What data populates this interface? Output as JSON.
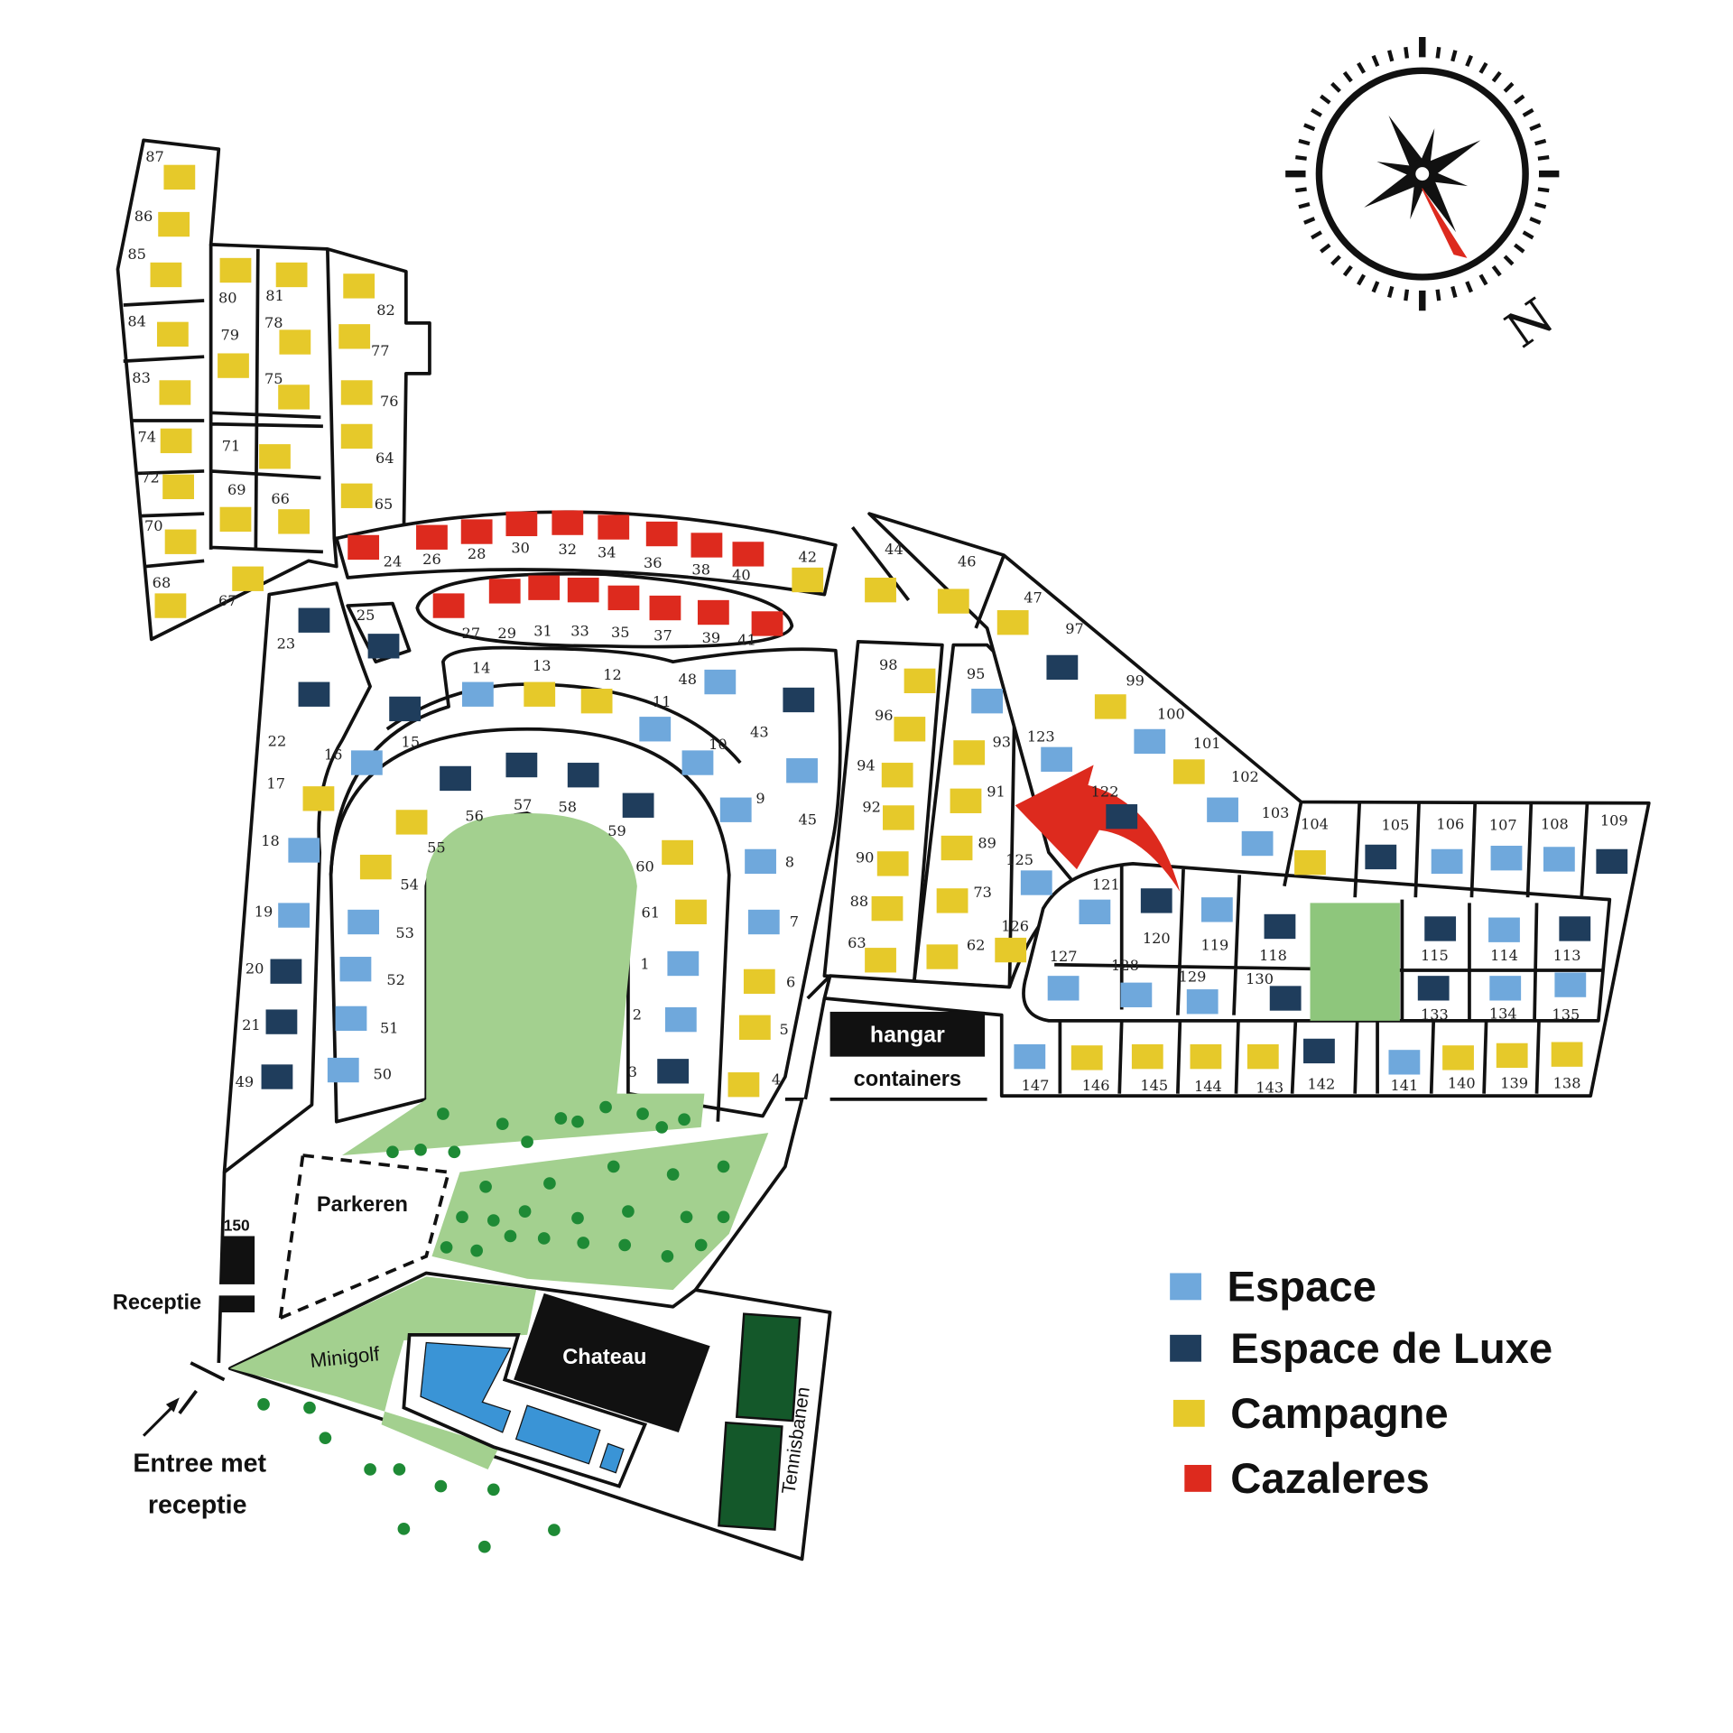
{
  "map": {
    "labels": {
      "hangar": "hangar",
      "containers": "containers",
      "parking": "Parkeren",
      "plot_150": "150",
      "reception": "Receptie",
      "minigolf": "Minigolf",
      "chateau": "Chateau",
      "tennis": "Tennisbanen",
      "entrance_line1": "Entree met",
      "entrance_line2": "receptie"
    },
    "compass": {
      "north_label": "N"
    }
  },
  "legend": [
    {
      "key": "E",
      "label": "Espace",
      "color": "#6fa8dc"
    },
    {
      "key": "L",
      "label": "Espace de Luxe",
      "color": "#1f3d5c"
    },
    {
      "key": "C",
      "label": "Campagne",
      "color": "#e6c92a"
    },
    {
      "key": "Z",
      "label": "Cazaleres",
      "color": "#dd2a1e"
    }
  ],
  "plots": [
    {
      "n": "87",
      "t": "C"
    },
    {
      "n": "86",
      "t": "C"
    },
    {
      "n": "85",
      "t": "C"
    },
    {
      "n": "84",
      "t": "C"
    },
    {
      "n": "83",
      "t": "C"
    },
    {
      "n": "74",
      "t": "C"
    },
    {
      "n": "72",
      "t": "C"
    },
    {
      "n": "70",
      "t": "C"
    },
    {
      "n": "68",
      "t": "C"
    },
    {
      "n": "80",
      "t": "C"
    },
    {
      "n": "81",
      "t": "C"
    },
    {
      "n": "82",
      "t": "C"
    },
    {
      "n": "79",
      "t": "C"
    },
    {
      "n": "78",
      "t": "C"
    },
    {
      "n": "77",
      "t": "C"
    },
    {
      "n": "75",
      "t": "C"
    },
    {
      "n": "76",
      "t": "C"
    },
    {
      "n": "71",
      "t": "C"
    },
    {
      "n": "64",
      "t": "C"
    },
    {
      "n": "69",
      "t": "C"
    },
    {
      "n": "66",
      "t": "C"
    },
    {
      "n": "65",
      "t": "C"
    },
    {
      "n": "67",
      "t": "C"
    },
    {
      "n": "24",
      "t": "Z"
    },
    {
      "n": "26",
      "t": "Z"
    },
    {
      "n": "28",
      "t": "Z"
    },
    {
      "n": "30",
      "t": "Z"
    },
    {
      "n": "32",
      "t": "Z"
    },
    {
      "n": "34",
      "t": "Z"
    },
    {
      "n": "36",
      "t": "Z"
    },
    {
      "n": "38",
      "t": "Z"
    },
    {
      "n": "40",
      "t": "Z"
    },
    {
      "n": "27",
      "t": "Z"
    },
    {
      "n": "29",
      "t": "Z"
    },
    {
      "n": "31",
      "t": "Z"
    },
    {
      "n": "33",
      "t": "Z"
    },
    {
      "n": "35",
      "t": "Z"
    },
    {
      "n": "37",
      "t": "Z"
    },
    {
      "n": "39",
      "t": "Z"
    },
    {
      "n": "41",
      "t": "Z"
    },
    {
      "n": "42",
      "t": "C"
    },
    {
      "n": "44",
      "t": "C"
    },
    {
      "n": "46",
      "t": "C"
    },
    {
      "n": "47",
      "t": "C"
    },
    {
      "n": "97",
      "t": "L"
    },
    {
      "n": "99",
      "t": "C"
    },
    {
      "n": "100",
      "t": "E"
    },
    {
      "n": "101",
      "t": "C"
    },
    {
      "n": "102",
      "t": "E"
    },
    {
      "n": "103",
      "t": "E"
    },
    {
      "n": "104",
      "t": "C"
    },
    {
      "n": "105",
      "t": "L"
    },
    {
      "n": "106",
      "t": "E"
    },
    {
      "n": "107",
      "t": "E"
    },
    {
      "n": "108",
      "t": "E"
    },
    {
      "n": "109",
      "t": "L"
    },
    {
      "n": "23",
      "t": "L"
    },
    {
      "n": "25",
      "t": "L"
    },
    {
      "n": "22",
      "t": "L"
    },
    {
      "n": "15",
      "t": "L"
    },
    {
      "n": "16",
      "t": "E"
    },
    {
      "n": "17",
      "t": "C"
    },
    {
      "n": "18",
      "t": "E"
    },
    {
      "n": "19",
      "t": "E"
    },
    {
      "n": "20",
      "t": "L"
    },
    {
      "n": "21",
      "t": "L"
    },
    {
      "n": "49",
      "t": "L"
    },
    {
      "n": "14",
      "t": "E"
    },
    {
      "n": "13",
      "t": "C"
    },
    {
      "n": "12",
      "t": "C"
    },
    {
      "n": "48",
      "t": "E"
    },
    {
      "n": "11",
      "t": "E"
    },
    {
      "n": "43",
      "t": "L"
    },
    {
      "n": "10",
      "t": "E"
    },
    {
      "n": "45",
      "t": "E"
    },
    {
      "n": "9",
      "t": "E"
    },
    {
      "n": "8",
      "t": "E"
    },
    {
      "n": "7",
      "t": "E"
    },
    {
      "n": "6",
      "t": "C"
    },
    {
      "n": "5",
      "t": "C"
    },
    {
      "n": "4",
      "t": "C"
    },
    {
      "n": "56",
      "t": "L"
    },
    {
      "n": "57",
      "t": "L"
    },
    {
      "n": "58",
      "t": "L"
    },
    {
      "n": "59",
      "t": "L"
    },
    {
      "n": "60",
      "t": "C"
    },
    {
      "n": "55",
      "t": "C"
    },
    {
      "n": "54",
      "t": "C"
    },
    {
      "n": "53",
      "t": "E"
    },
    {
      "n": "52",
      "t": "E"
    },
    {
      "n": "51",
      "t": "E"
    },
    {
      "n": "50",
      "t": "E"
    },
    {
      "n": "61",
      "t": "C"
    },
    {
      "n": "1",
      "t": "E"
    },
    {
      "n": "2",
      "t": "E"
    },
    {
      "n": "3",
      "t": "L"
    },
    {
      "n": "98",
      "t": "C"
    },
    {
      "n": "96",
      "t": "C"
    },
    {
      "n": "94",
      "t": "C"
    },
    {
      "n": "92",
      "t": "C"
    },
    {
      "n": "90",
      "t": "C"
    },
    {
      "n": "88",
      "t": "C"
    },
    {
      "n": "63",
      "t": "C"
    },
    {
      "n": "95",
      "t": "E"
    },
    {
      "n": "93",
      "t": "C"
    },
    {
      "n": "91",
      "t": "C"
    },
    {
      "n": "89",
      "t": "C"
    },
    {
      "n": "73",
      "t": "C"
    },
    {
      "n": "62",
      "t": "C"
    },
    {
      "n": "123",
      "t": "E"
    },
    {
      "n": "122",
      "t": "L"
    },
    {
      "n": "125",
      "t": "E"
    },
    {
      "n": "126",
      "t": "C"
    },
    {
      "n": "121",
      "t": "E"
    },
    {
      "n": "120",
      "t": "L"
    },
    {
      "n": "119",
      "t": "E"
    },
    {
      "n": "118",
      "t": "L"
    },
    {
      "n": "127",
      "t": "E"
    },
    {
      "n": "128",
      "t": "E"
    },
    {
      "n": "129",
      "t": "E"
    },
    {
      "n": "130",
      "t": "L"
    },
    {
      "n": "115",
      "t": "L"
    },
    {
      "n": "114",
      "t": "E"
    },
    {
      "n": "113",
      "t": "L"
    },
    {
      "n": "133",
      "t": "L"
    },
    {
      "n": "134",
      "t": "E"
    },
    {
      "n": "135",
      "t": "E"
    },
    {
      "n": "147",
      "t": "E"
    },
    {
      "n": "146",
      "t": "C"
    },
    {
      "n": "145",
      "t": "C"
    },
    {
      "n": "144",
      "t": "C"
    },
    {
      "n": "143",
      "t": "C"
    },
    {
      "n": "142",
      "t": "L"
    },
    {
      "n": "141",
      "t": "E"
    },
    {
      "n": "140",
      "t": "C"
    },
    {
      "n": "139",
      "t": "C"
    },
    {
      "n": "138",
      "t": "C"
    }
  ]
}
